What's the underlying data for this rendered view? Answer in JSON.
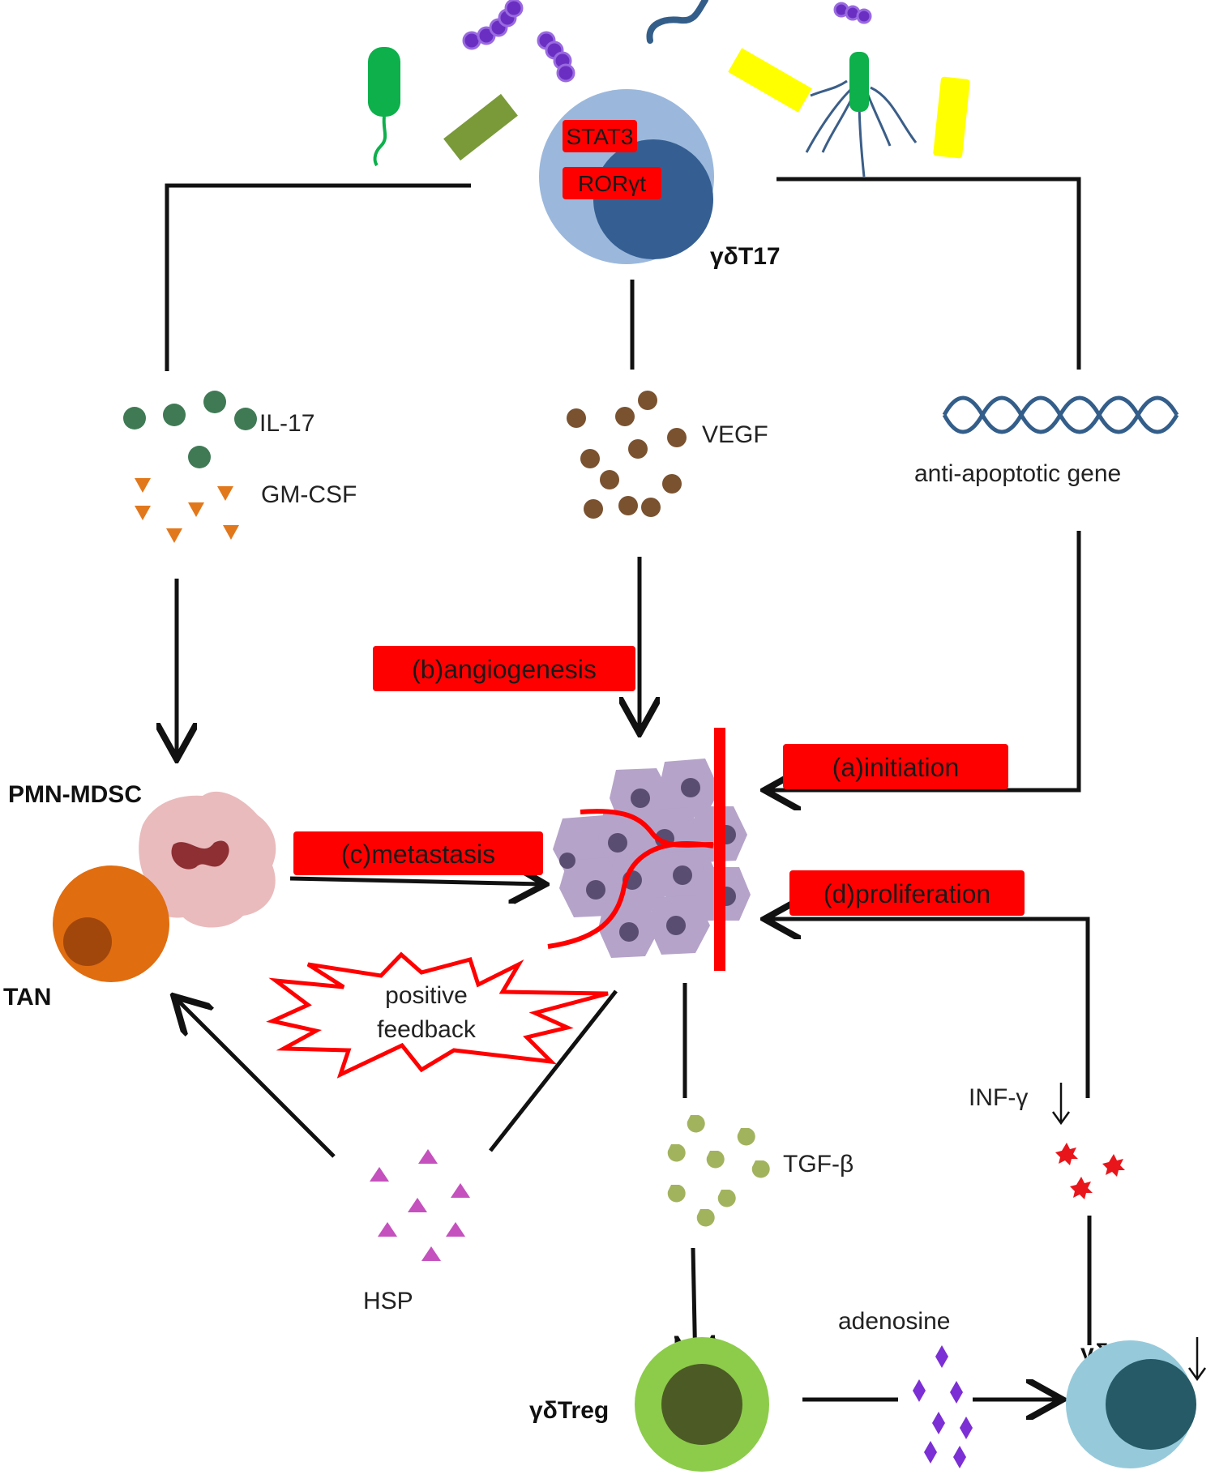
{
  "top_cell": {
    "name": "γδT17",
    "factors": [
      "STAT3",
      "RORγt"
    ]
  },
  "cytokines": {
    "il17": "IL-17",
    "gmcsf": "GM-CSF",
    "vegf": "VEGF",
    "anti_apoptotic": "anti-apoptotic gene",
    "tgfb": "TGF-β",
    "infg": "INF-γ",
    "hsp": "HSP",
    "adenosine": "adenosine"
  },
  "cells": {
    "pmn_mdsc": "PMN-MDSC",
    "tan": "TAN",
    "treg": "γδTreg",
    "th1": "γδTh1"
  },
  "processes": {
    "angiogenesis": "(b)angiogenesis",
    "initiation": "(a)initiation",
    "metastasis": "(c)metastasis",
    "proliferation": "(d)proliferation",
    "feedback_line1": "positive",
    "feedback_line2": "feedback"
  },
  "colors": {
    "red": "#ff0000",
    "il17": "#3f7a55",
    "gmcsf": "#e2781c",
    "vegf": "#7a5230",
    "tgfb": "#a2b35e",
    "hsp": "#c451bd",
    "adenosine": "#7b2fd4",
    "tumor": "#b5a3c9",
    "nucleus": "#5a4d72",
    "gdT17_outer": "#9bb8dc",
    "gdT17_inner": "#355f92",
    "tan": "#e06d10",
    "tan_nucleus": "#a1470c",
    "treg_outer": "#8ccc4a",
    "treg_inner": "#4c5b25",
    "th1_outer": "#96cadb",
    "th1_inner": "#255a66"
  }
}
